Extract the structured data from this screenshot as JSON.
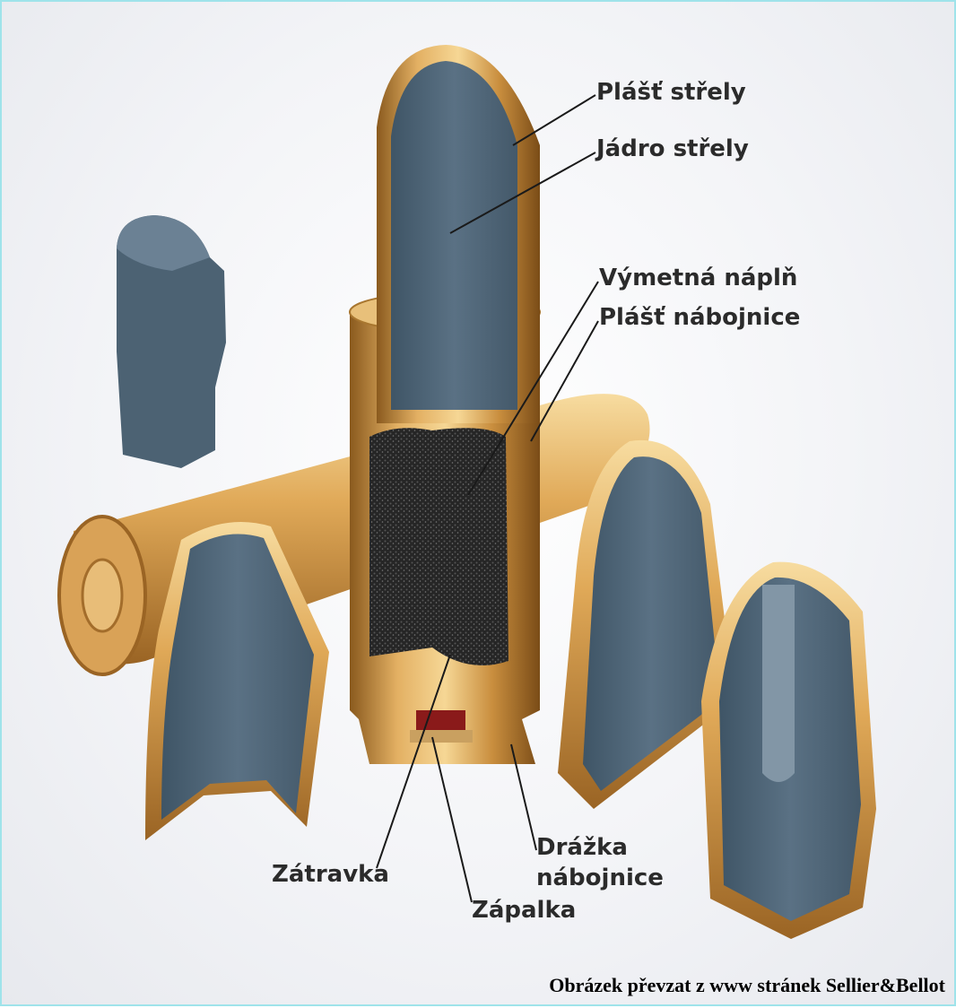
{
  "labels": {
    "plast_strely": "Plášť střely",
    "jadro_strely": "Jádro střely",
    "vymetna_napln": "Výmetná náplň",
    "plast_nabojnice": "Plášť nábojnice",
    "zatravka": "Zátravka",
    "drazka_nabojnice_1": "Drážka",
    "drazka_nabojnice_2": "nábojnice",
    "zapalka": "Zápalka"
  },
  "credit": "Obrázek převzat z www stránek Sellier&Bellot",
  "colors": {
    "brass": "#c99445",
    "lead": "#4f6577",
    "powder": "#2a2a2a",
    "primer": "#8a1a1a",
    "border": "#9fe3ea"
  }
}
